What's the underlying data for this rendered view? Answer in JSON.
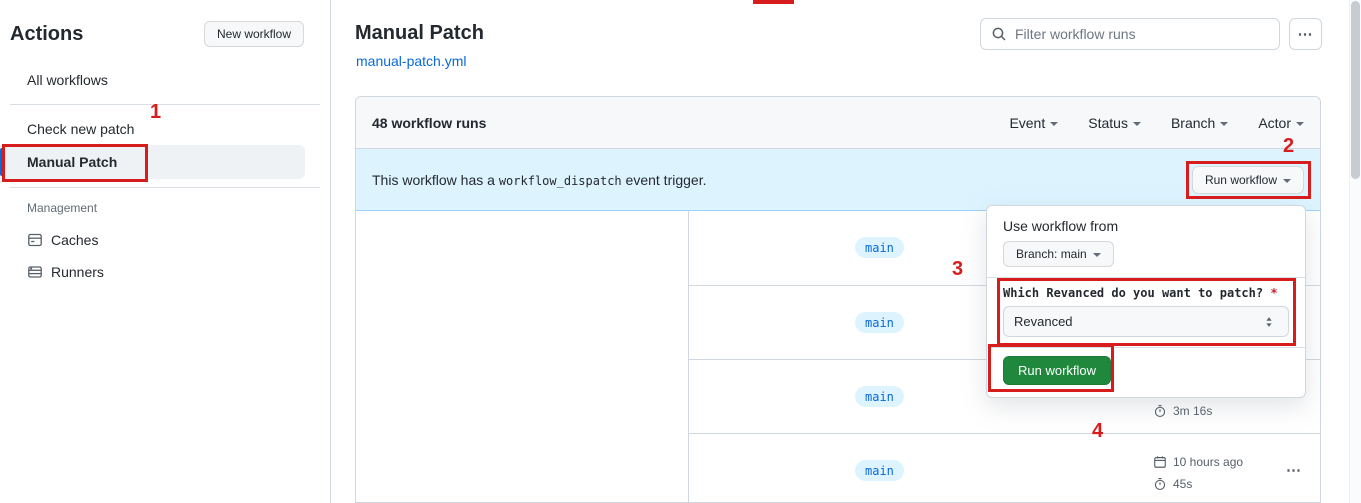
{
  "colors": {
    "annotation_red": "#d61c1c",
    "link_blue": "#0969da",
    "button_green": "#1f883d",
    "banner_blue": "#ddf4ff"
  },
  "icons": {
    "kebab": "⋯"
  },
  "sidebar": {
    "title": "Actions",
    "new_workflow_button": "New workflow",
    "all_workflows": "All workflows",
    "workflows": [
      {
        "label": "Check new patch",
        "selected": false
      },
      {
        "label": "Manual Patch",
        "selected": true
      }
    ],
    "management_heading": "Management",
    "management_items": [
      {
        "label": "Caches"
      },
      {
        "label": "Runners"
      }
    ]
  },
  "header": {
    "title": "Manual Patch",
    "workflow_file": "manual-patch.yml",
    "search_placeholder": "Filter workflow runs"
  },
  "runs": {
    "count_label": "48 workflow runs",
    "filters": [
      {
        "label": "Event"
      },
      {
        "label": "Status"
      },
      {
        "label": "Branch"
      },
      {
        "label": "Actor"
      }
    ],
    "banner": {
      "text_before": "This workflow has a ",
      "code": "workflow_dispatch",
      "text_after": " event trigger.",
      "run_workflow_button": "Run workflow"
    },
    "rows": [
      {
        "branch": "main"
      },
      {
        "branch": "main"
      },
      {
        "branch": "main",
        "duration": "3m 16s"
      },
      {
        "branch": "main",
        "time": "10 hours ago",
        "duration": "45s"
      }
    ]
  },
  "popup": {
    "use_workflow_from": "Use workflow from",
    "branch_selector": "Branch: main",
    "input_label": "Which Revanced do you want to patch?",
    "required_mark": "*",
    "select_value": "Revanced",
    "run_button": "Run workflow"
  },
  "annotations": {
    "steps": [
      "1",
      "2",
      "3",
      "4"
    ]
  }
}
